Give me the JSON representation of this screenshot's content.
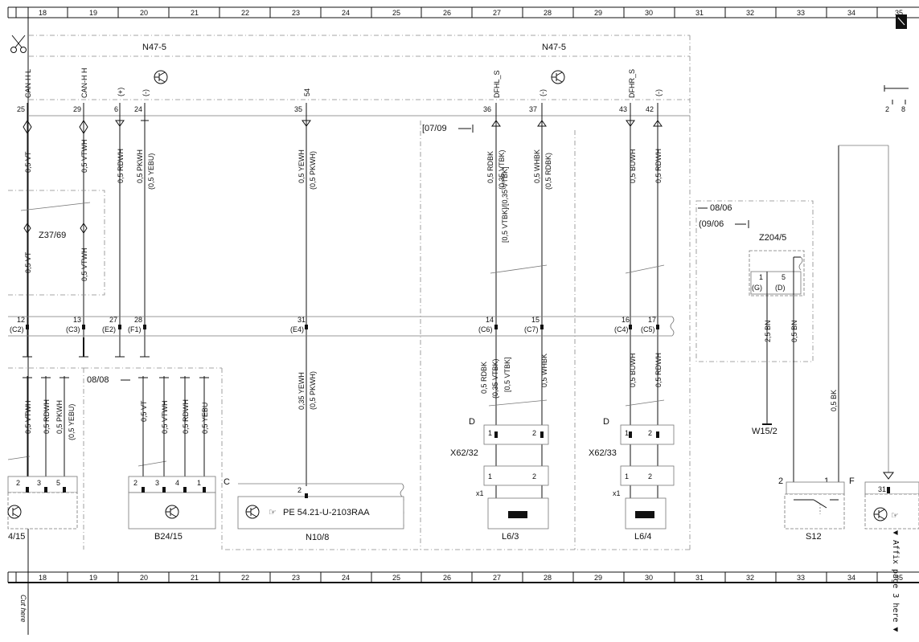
{
  "grid": {
    "columns": [
      "18",
      "19",
      "20",
      "21",
      "22",
      "23",
      "24",
      "25",
      "26",
      "27",
      "28",
      "29",
      "30",
      "31",
      "32",
      "33",
      "34",
      "35"
    ]
  },
  "cut_here": "Cut here",
  "affix_text": "▼ Affix page 3 here ▼",
  "modules": {
    "n47_left": "N47-5",
    "n47_right": "N47-5",
    "z37": "Z37/69",
    "z204": "Z204/5",
    "b24_left": "4/15",
    "b24": "B24/15",
    "n10": "N10/8",
    "pe_ref": "PE 54.21-U-2103RAA",
    "x62_32": "X62/32",
    "x62_33": "X62/33",
    "l63": "L6/3",
    "l64": "L6/4",
    "s12": "S12",
    "w15": "W15/2"
  },
  "top_pins": [
    {
      "pin": "25",
      "sig": "CAN-H L"
    },
    {
      "pin": "29",
      "sig": "CAN-H H"
    },
    {
      "pin": "6",
      "sig": "(+)"
    },
    {
      "pin": "24",
      "sig": "(-)"
    },
    {
      "pin": "35",
      "sig": "54"
    },
    {
      "pin": "36",
      "sig": "DFHL_S"
    },
    {
      "pin": "37",
      "sig": "(-)"
    },
    {
      "pin": "43",
      "sig": "DFHR_S"
    },
    {
      "pin": "42",
      "sig": "(-)"
    },
    {
      "pin": "2",
      "sig": ""
    },
    {
      "pin": "8",
      "sig": ""
    }
  ],
  "wires_upper": [
    {
      "label": "0,5 VT",
      "alt": ""
    },
    {
      "label": "0,5 VTWH",
      "alt": ""
    },
    {
      "label": "0,5 RDWH",
      "alt": ""
    },
    {
      "label": "0,5 PKWH",
      "alt": "(0,5 YEBU)"
    },
    {
      "label": "0,5 YEWH",
      "alt": "(0,5 PKWH)"
    },
    {
      "label": "0,5 RDBK",
      "alt": "(0,35 VTBK)"
    },
    {
      "label": "[0,5 VTBK]/[0,35 VTBK]",
      "alt": ""
    },
    {
      "label": "0,5 WHBK",
      "alt": "(0,5 RDBK)"
    },
    {
      "label": "0,5 BUWH",
      "alt": ""
    },
    {
      "label": "0,5 RDWH",
      "alt": ""
    }
  ],
  "wires_z37": [
    {
      "label": "0,5 VT"
    },
    {
      "label": "0,5 VTWH"
    }
  ],
  "split_pins": [
    {
      "pin": "12",
      "conn": "(C2)"
    },
    {
      "pin": "13",
      "conn": "(C3)"
    },
    {
      "pin": "27",
      "conn": "(E2)"
    },
    {
      "pin": "28",
      "conn": "(F1)"
    },
    {
      "pin": "31",
      "conn": "(E4)"
    },
    {
      "pin": "14",
      "conn": "(C6)"
    },
    {
      "pin": "15",
      "conn": "(C7)"
    },
    {
      "pin": "16",
      "conn": "(C4)"
    },
    {
      "pin": "17",
      "conn": "(C5)"
    }
  ],
  "date_marks": {
    "d0709": "[07/09",
    "d0808": "08/08",
    "d0806": "08/06",
    "d0906": "(09/06"
  },
  "wires_lower": [
    {
      "label": "0,5 VTWH"
    },
    {
      "label": "0,5 RDWH"
    },
    {
      "label": "0,5 PKWH"
    },
    {
      "label": "(0,5 YEBU)"
    },
    {
      "label": "0,5 VT"
    },
    {
      "label": "0,5 VTWH"
    },
    {
      "label": "0,5 RDWH"
    },
    {
      "label": "0,5 YEBU"
    },
    {
      "label": "0,35 YEWH"
    },
    {
      "label": "(0,5 PKWH)"
    },
    {
      "label": "0,5 RDBK"
    },
    {
      "label": "(0,35 VTBK)"
    },
    {
      "label": "[0,5 VTBK]"
    },
    {
      "label": "0,5 WHBK"
    },
    {
      "label": "0,5 BUWH"
    },
    {
      "label": "0,5 RDWH"
    },
    {
      "label": "2,5 BN"
    },
    {
      "label": "0,5 BN"
    },
    {
      "label": "0,5 BK"
    }
  ],
  "letters": {
    "c": "C",
    "d1": "D",
    "d2": "D",
    "f": "F",
    "x1a": "x1",
    "x1b": "x1"
  },
  "small_pins": [
    "1",
    "2",
    "3",
    "4",
    "5",
    "31",
    "(G)",
    "(D)"
  ]
}
